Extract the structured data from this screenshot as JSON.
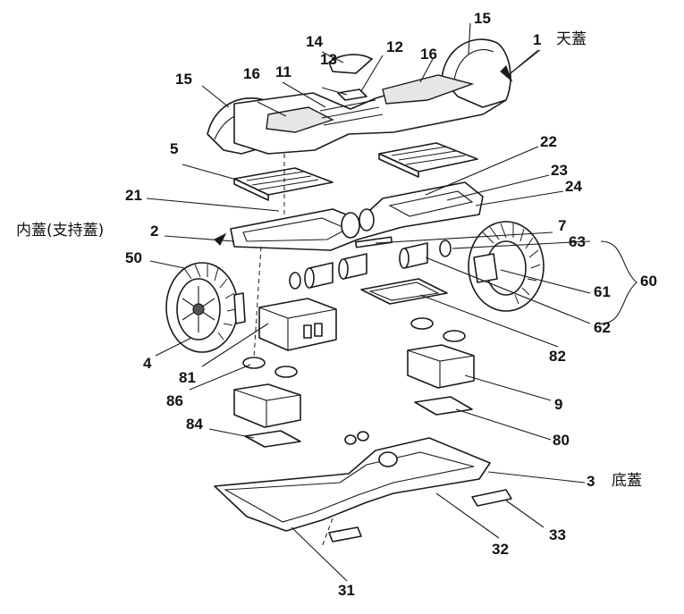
{
  "labels": {
    "p1": "1",
    "p1_name": "天蓋",
    "p2": "2",
    "p2_name": "内蓋(支持蓋)",
    "p3": "3",
    "p3_name": "底蓋",
    "p4": "4",
    "p5": "5",
    "p7": "7",
    "p9": "9",
    "p11": "11",
    "p12": "12",
    "p13": "13",
    "p14": "14",
    "p15a": "15",
    "p15b": "15",
    "p16a": "16",
    "p16b": "16",
    "p21": "21",
    "p22": "22",
    "p23": "23",
    "p24": "24",
    "p31": "31",
    "p32": "32",
    "p33": "33",
    "p50": "50",
    "p60": "60",
    "p61": "61",
    "p62": "62",
    "p63": "63",
    "p80": "80",
    "p81": "81",
    "p82": "82",
    "p84": "84",
    "p86": "86"
  },
  "colors": {
    "line": "#1a1a1a",
    "fill": "#ffffff",
    "shade": "#e6e6e6"
  }
}
